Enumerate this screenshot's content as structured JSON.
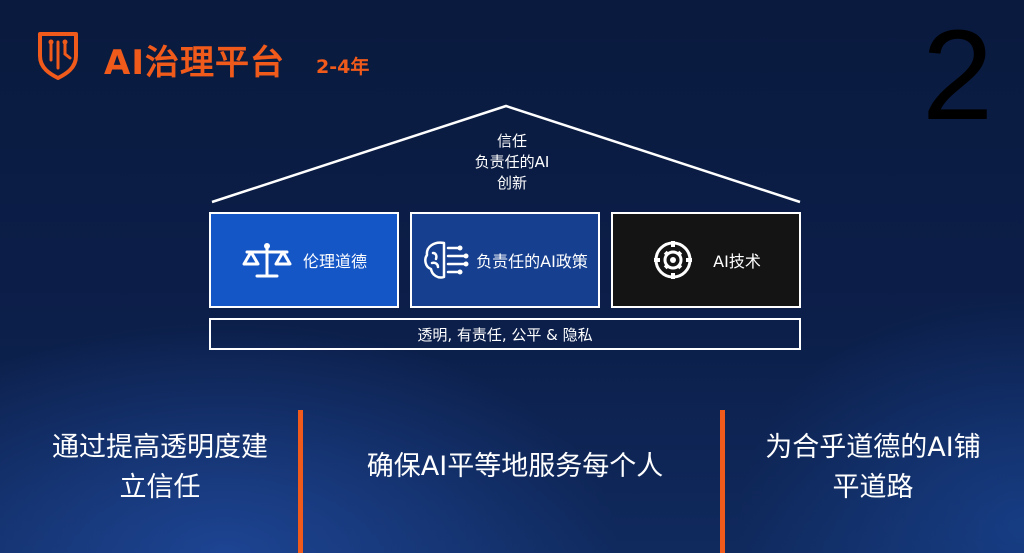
{
  "header": {
    "title": "AI治理平台",
    "subtitle": "2-4年",
    "slide_number": "2",
    "logo_icon": "shield-circuit-icon"
  },
  "colors": {
    "accent": "#f05a1a",
    "pillar_1": "#1556c7",
    "pillar_2": "#163f8f",
    "pillar_3": "#141414"
  },
  "house": {
    "roof_lines": [
      "信任",
      "负责任的AI",
      "创新"
    ],
    "pillars": [
      {
        "label": "伦理道德",
        "icon": "balance-scale-icon"
      },
      {
        "label": "负责任的AI政策",
        "icon": "ai-brain-icon"
      },
      {
        "label": "AI技术",
        "icon": "gear-icon"
      }
    ],
    "foundation": "透明, 有责任, 公平 & 隐私"
  },
  "bottom": {
    "items": [
      {
        "lines": [
          "通过提高透明度建",
          "立信任"
        ]
      },
      {
        "lines": [
          "确保AI平等地服务每个人"
        ]
      },
      {
        "lines": [
          "为合乎道德的AI铺",
          "平道路"
        ]
      }
    ]
  }
}
